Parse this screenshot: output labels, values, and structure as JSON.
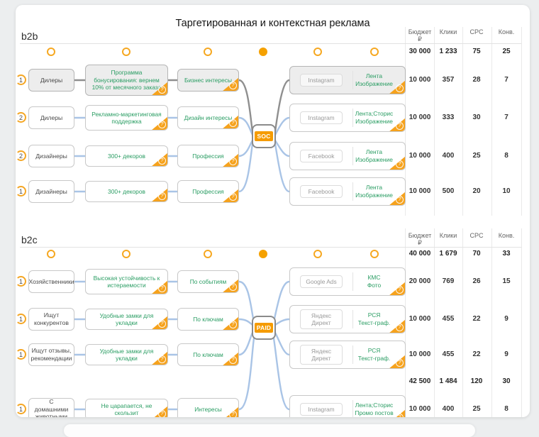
{
  "title": "Таргетированная и контекстная реклама",
  "metrics_header": [
    "Бюджет ₽",
    "Клики",
    "CPC",
    "Конв."
  ],
  "corner_glyph": "?",
  "accent_color": "#f5a100",
  "link_color": "#a9c4e6",
  "b2b": {
    "label": "b2b",
    "node": "SOC",
    "summary": [
      "30 000",
      "1 233",
      "75",
      "25"
    ],
    "rows": [
      {
        "num": "1",
        "audience": "Дилеры",
        "message": "Программа бонусирования: вернем 10% от месячного заказа",
        "targeting": "Бизнес интересы",
        "platform": "Instagram",
        "format1": "Лента",
        "format2": "Изображение",
        "metrics": [
          "10 000",
          "357",
          "28",
          "7"
        ]
      },
      {
        "num": "2",
        "audience": "Дилеры",
        "message": "Рекламно-маркетинговая поддержка",
        "targeting": "Дизайн интересы",
        "platform": "Instagram",
        "format1": "Лента;Сторис",
        "format2": "Изображение",
        "metrics": [
          "10 000",
          "333",
          "30",
          "7"
        ]
      },
      {
        "num": "2",
        "audience": "Дизайнеры",
        "message": "300+ декоров",
        "targeting": "Профессия",
        "platform": "Facebook",
        "format1": "Лента",
        "format2": "Изображение",
        "metrics": [
          "10 000",
          "400",
          "25",
          "8"
        ]
      },
      {
        "num": "1",
        "audience": "Дизайнеры",
        "message": "300+ декоров",
        "targeting": "Профессия",
        "platform": "Facebook",
        "format1": "Лента",
        "format2": "Изображение",
        "metrics": [
          "10 000",
          "500",
          "20",
          "10"
        ]
      }
    ]
  },
  "b2c": {
    "label": "b2c",
    "node": "PAID",
    "summary": [
      "40 000",
      "1 679",
      "70",
      "33"
    ],
    "summary2": [
      "42 500",
      "1 484",
      "120",
      "30"
    ],
    "rows": [
      {
        "num": "1",
        "audience": "Хозяйственники",
        "message": "Высокая устойчивость к истераемости",
        "targeting": "По событиям",
        "platform": "Google Ads",
        "format1": "КМС",
        "format2": "Фото",
        "metrics": [
          "20 000",
          "769",
          "26",
          "15"
        ]
      },
      {
        "num": "1",
        "audience": "Ищут конкурентов",
        "message": "Удобные замки для укладки",
        "targeting": "По ключам",
        "platform": "Яндекс Директ",
        "format1": "РСЯ",
        "format2": "Текст-граф.",
        "metrics": [
          "10 000",
          "455",
          "22",
          "9"
        ]
      },
      {
        "num": "1",
        "audience": "Ищут отзывы, рекомендации",
        "message": "Удобные замки для укладки",
        "targeting": "По ключам",
        "platform": "Яндекс Директ",
        "format1": "РСЯ",
        "format2": "Текст-граф.",
        "metrics": [
          "10 000",
          "455",
          "22",
          "9"
        ]
      },
      {
        "num": "1",
        "audience": "С домашними животными",
        "message": "Не царапается, не скользит",
        "targeting": "Интересы",
        "platform": "Instagram",
        "format1": "Лента;Сторис",
        "format2": "Промо постов",
        "metrics": [
          "10 000",
          "400",
          "25",
          "8"
        ]
      }
    ]
  }
}
